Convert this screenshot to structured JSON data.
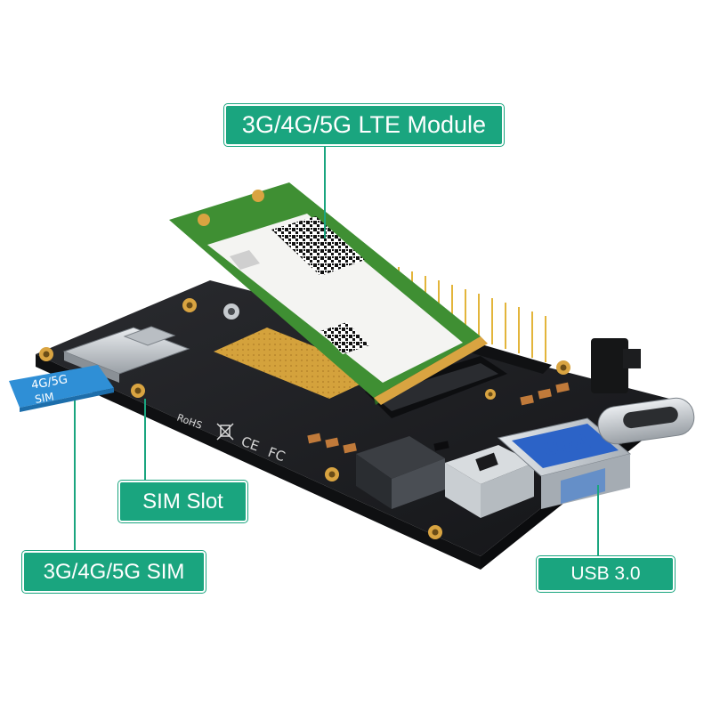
{
  "callouts": {
    "module": "3G/4G/5G LTE Module",
    "sim_slot": "SIM Slot",
    "sim": "3G/4G/5G  SIM",
    "usb": "USB  3.0"
  },
  "sim_card": {
    "line1": "4G/5G",
    "line2": "SIM"
  },
  "board_marks": {
    "rohs": "RoHS",
    "ce": "CE",
    "fc": "FC"
  },
  "colors": {
    "callout": "#1aa57f",
    "pcb": "#1e1f22",
    "module": "#3f8f33",
    "sim_card": "#2f8fd6",
    "usb_port": "#2c63c7",
    "gold": "#d9a441"
  }
}
